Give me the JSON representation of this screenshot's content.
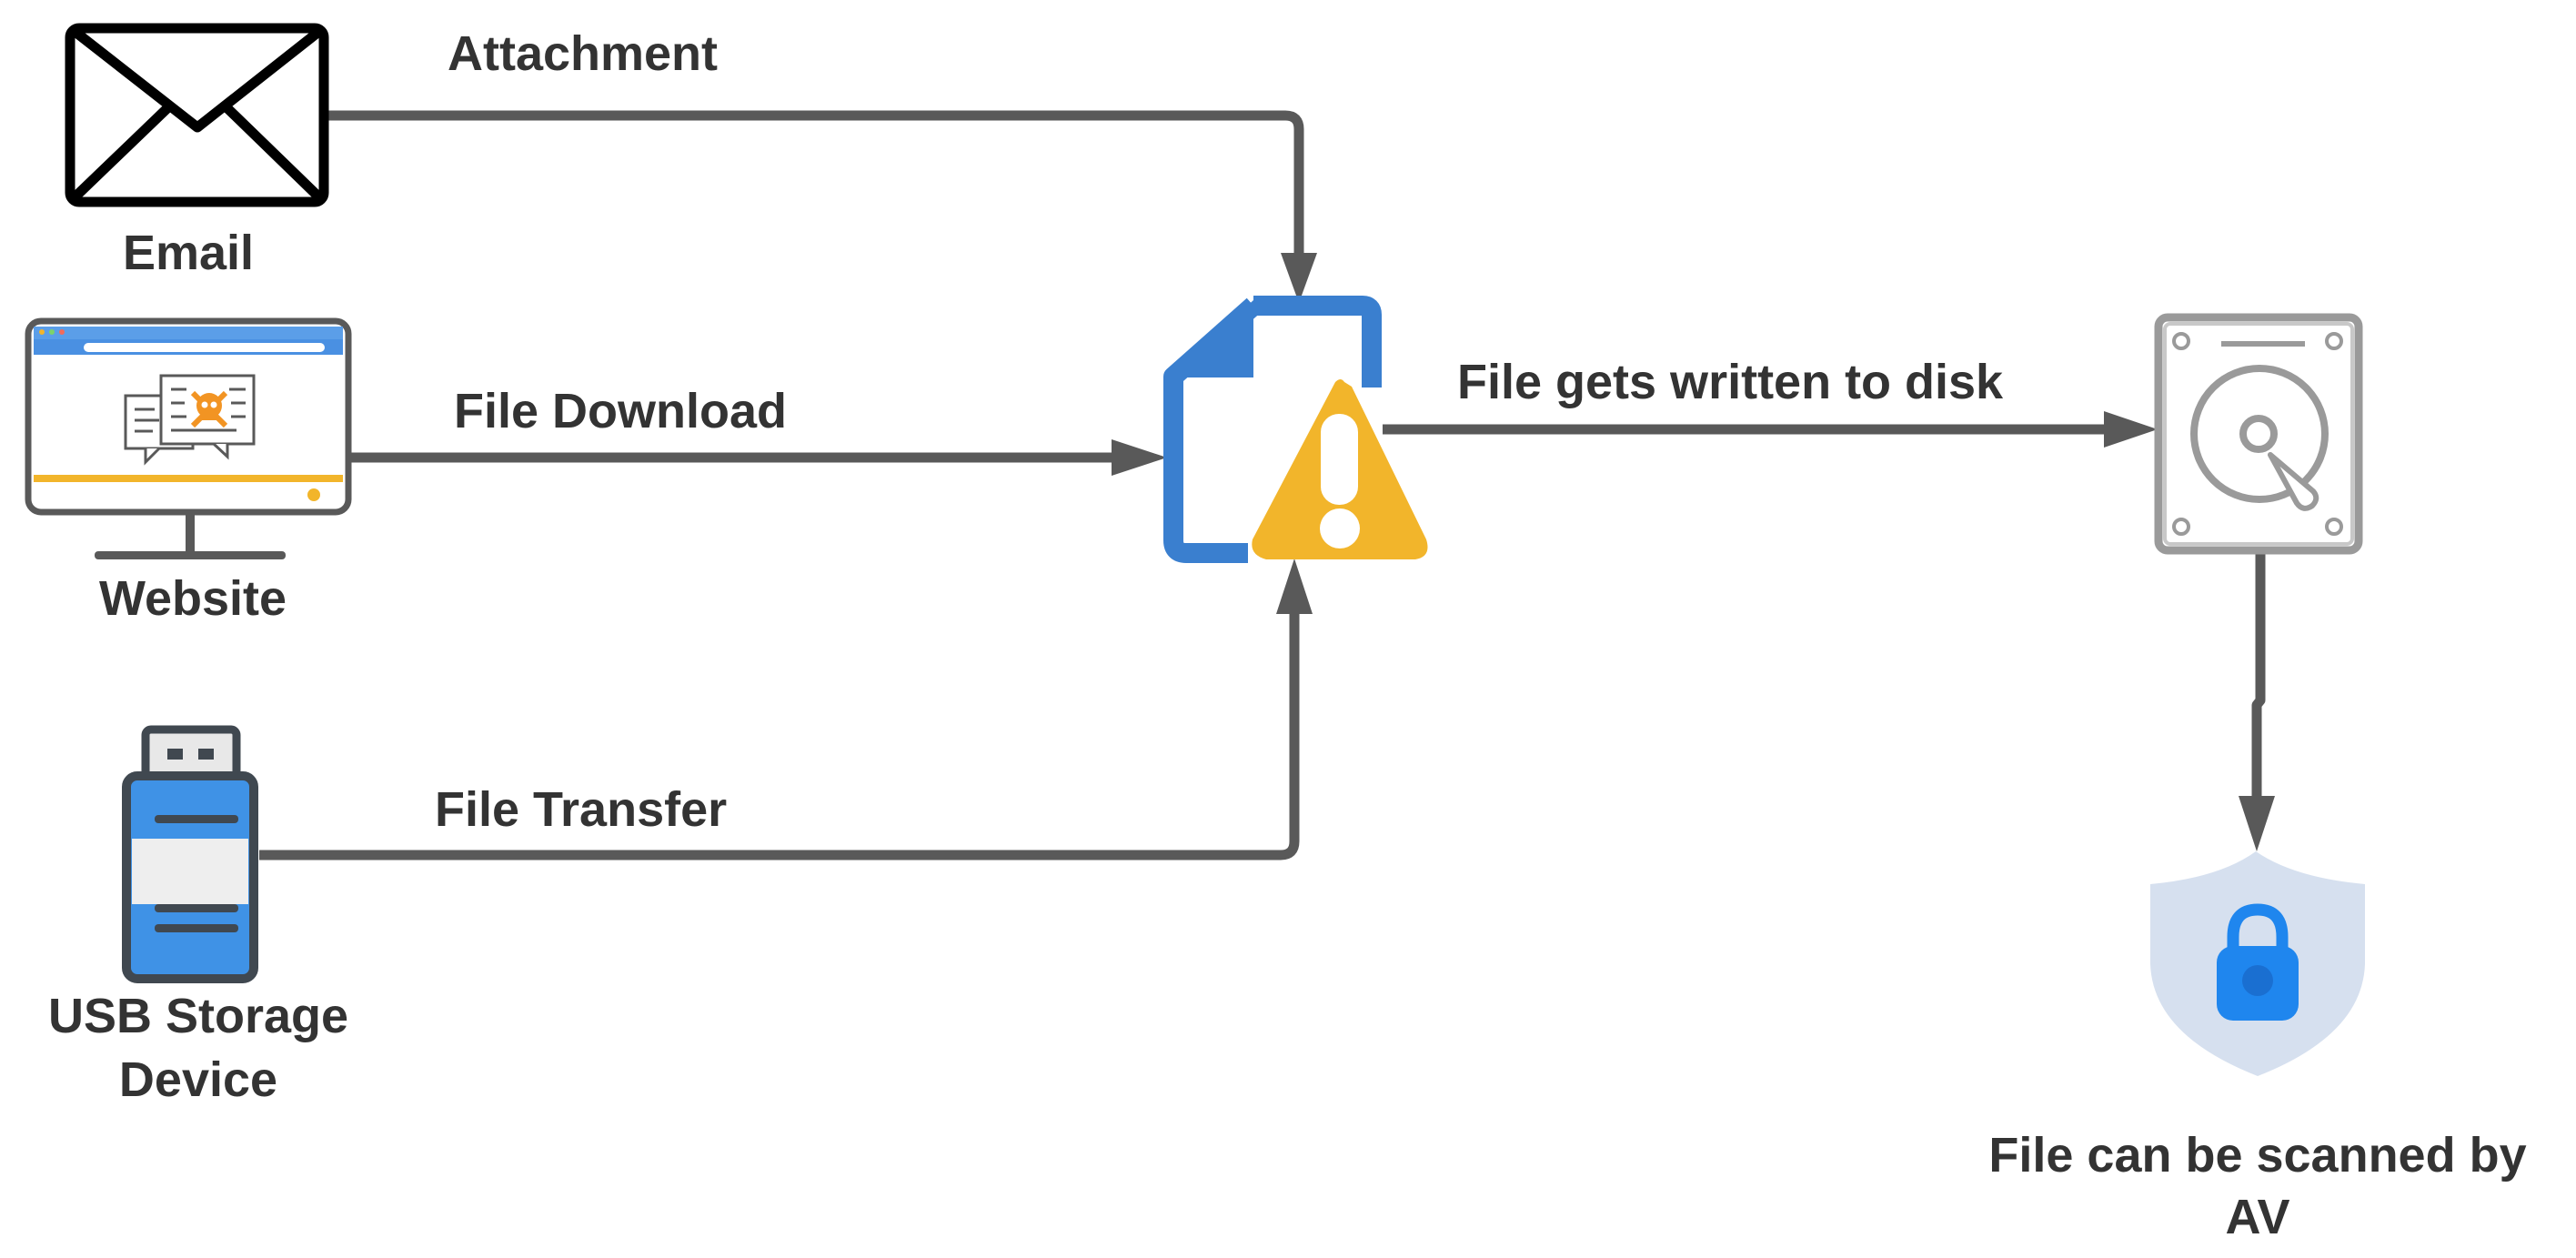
{
  "nodes": {
    "email": {
      "label": "Email"
    },
    "website": {
      "label": "Website"
    },
    "usb": {
      "label_line1": "USB Storage",
      "label_line2": "Device"
    },
    "disk": {
      "label": ""
    },
    "av": {
      "label_line1": "File can be scanned by",
      "label_line2": "AV"
    }
  },
  "edges": {
    "email_to_file": {
      "label": "Attachment"
    },
    "website_to_file": {
      "label": "File Download"
    },
    "usb_to_file": {
      "label": "File Transfer"
    },
    "file_to_disk": {
      "label": "File gets written to disk"
    },
    "disk_to_av": {
      "label": ""
    }
  },
  "icons": {
    "email": "envelope-icon",
    "website": "malicious-website-monitor-icon",
    "usb": "usb-drive-icon",
    "file": "file-warning-icon",
    "disk": "hard-disk-icon",
    "av": "shield-lock-icon"
  },
  "colors": {
    "text": "#333333",
    "connector": "#595959",
    "file_blue": "#3a7fcf",
    "warning_yellow": "#f2b52b",
    "usb_blue": "#3f92e6",
    "shield_bg": "#d6e0ef",
    "lock_blue": "#1f86ee",
    "disk_gray": "#9a9a9a"
  }
}
